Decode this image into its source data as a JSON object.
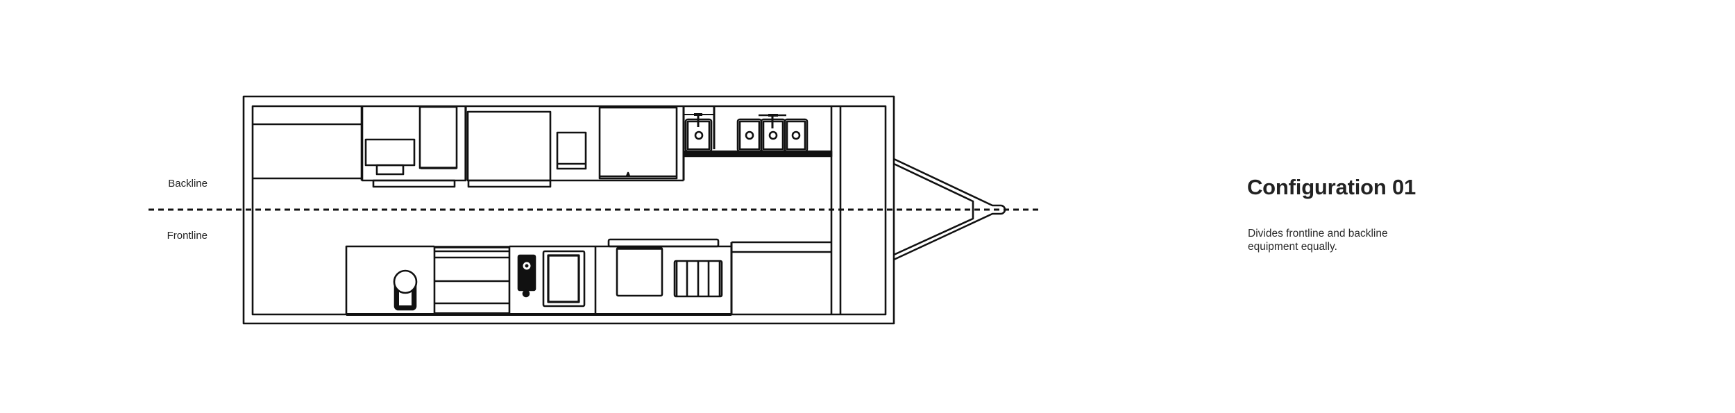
{
  "labels": {
    "backline": "Backline",
    "frontline": "Frontline"
  },
  "config": {
    "title": "Configuration 01",
    "description": "Divides frontline and backline equipment equally."
  },
  "colors": {
    "line": "#111111",
    "background": "#ffffff",
    "title_text": "#222222"
  },
  "diagram": {
    "type": "food-trailer-floor-plan",
    "divider_style": "dashed",
    "backline_equipment": [
      "counter",
      "prep-station",
      "upright-cabinet",
      "griddle-station",
      "small-unit",
      "refrigerator",
      "hand-sink",
      "three-compartment-sink"
    ],
    "frontline_equipment": [
      "blender-station",
      "drawer-unit",
      "dispenser-and-sink",
      "oven-and-grill-station",
      "service-counter"
    ],
    "features": [
      "trailer-hitch",
      "end-wall"
    ]
  }
}
